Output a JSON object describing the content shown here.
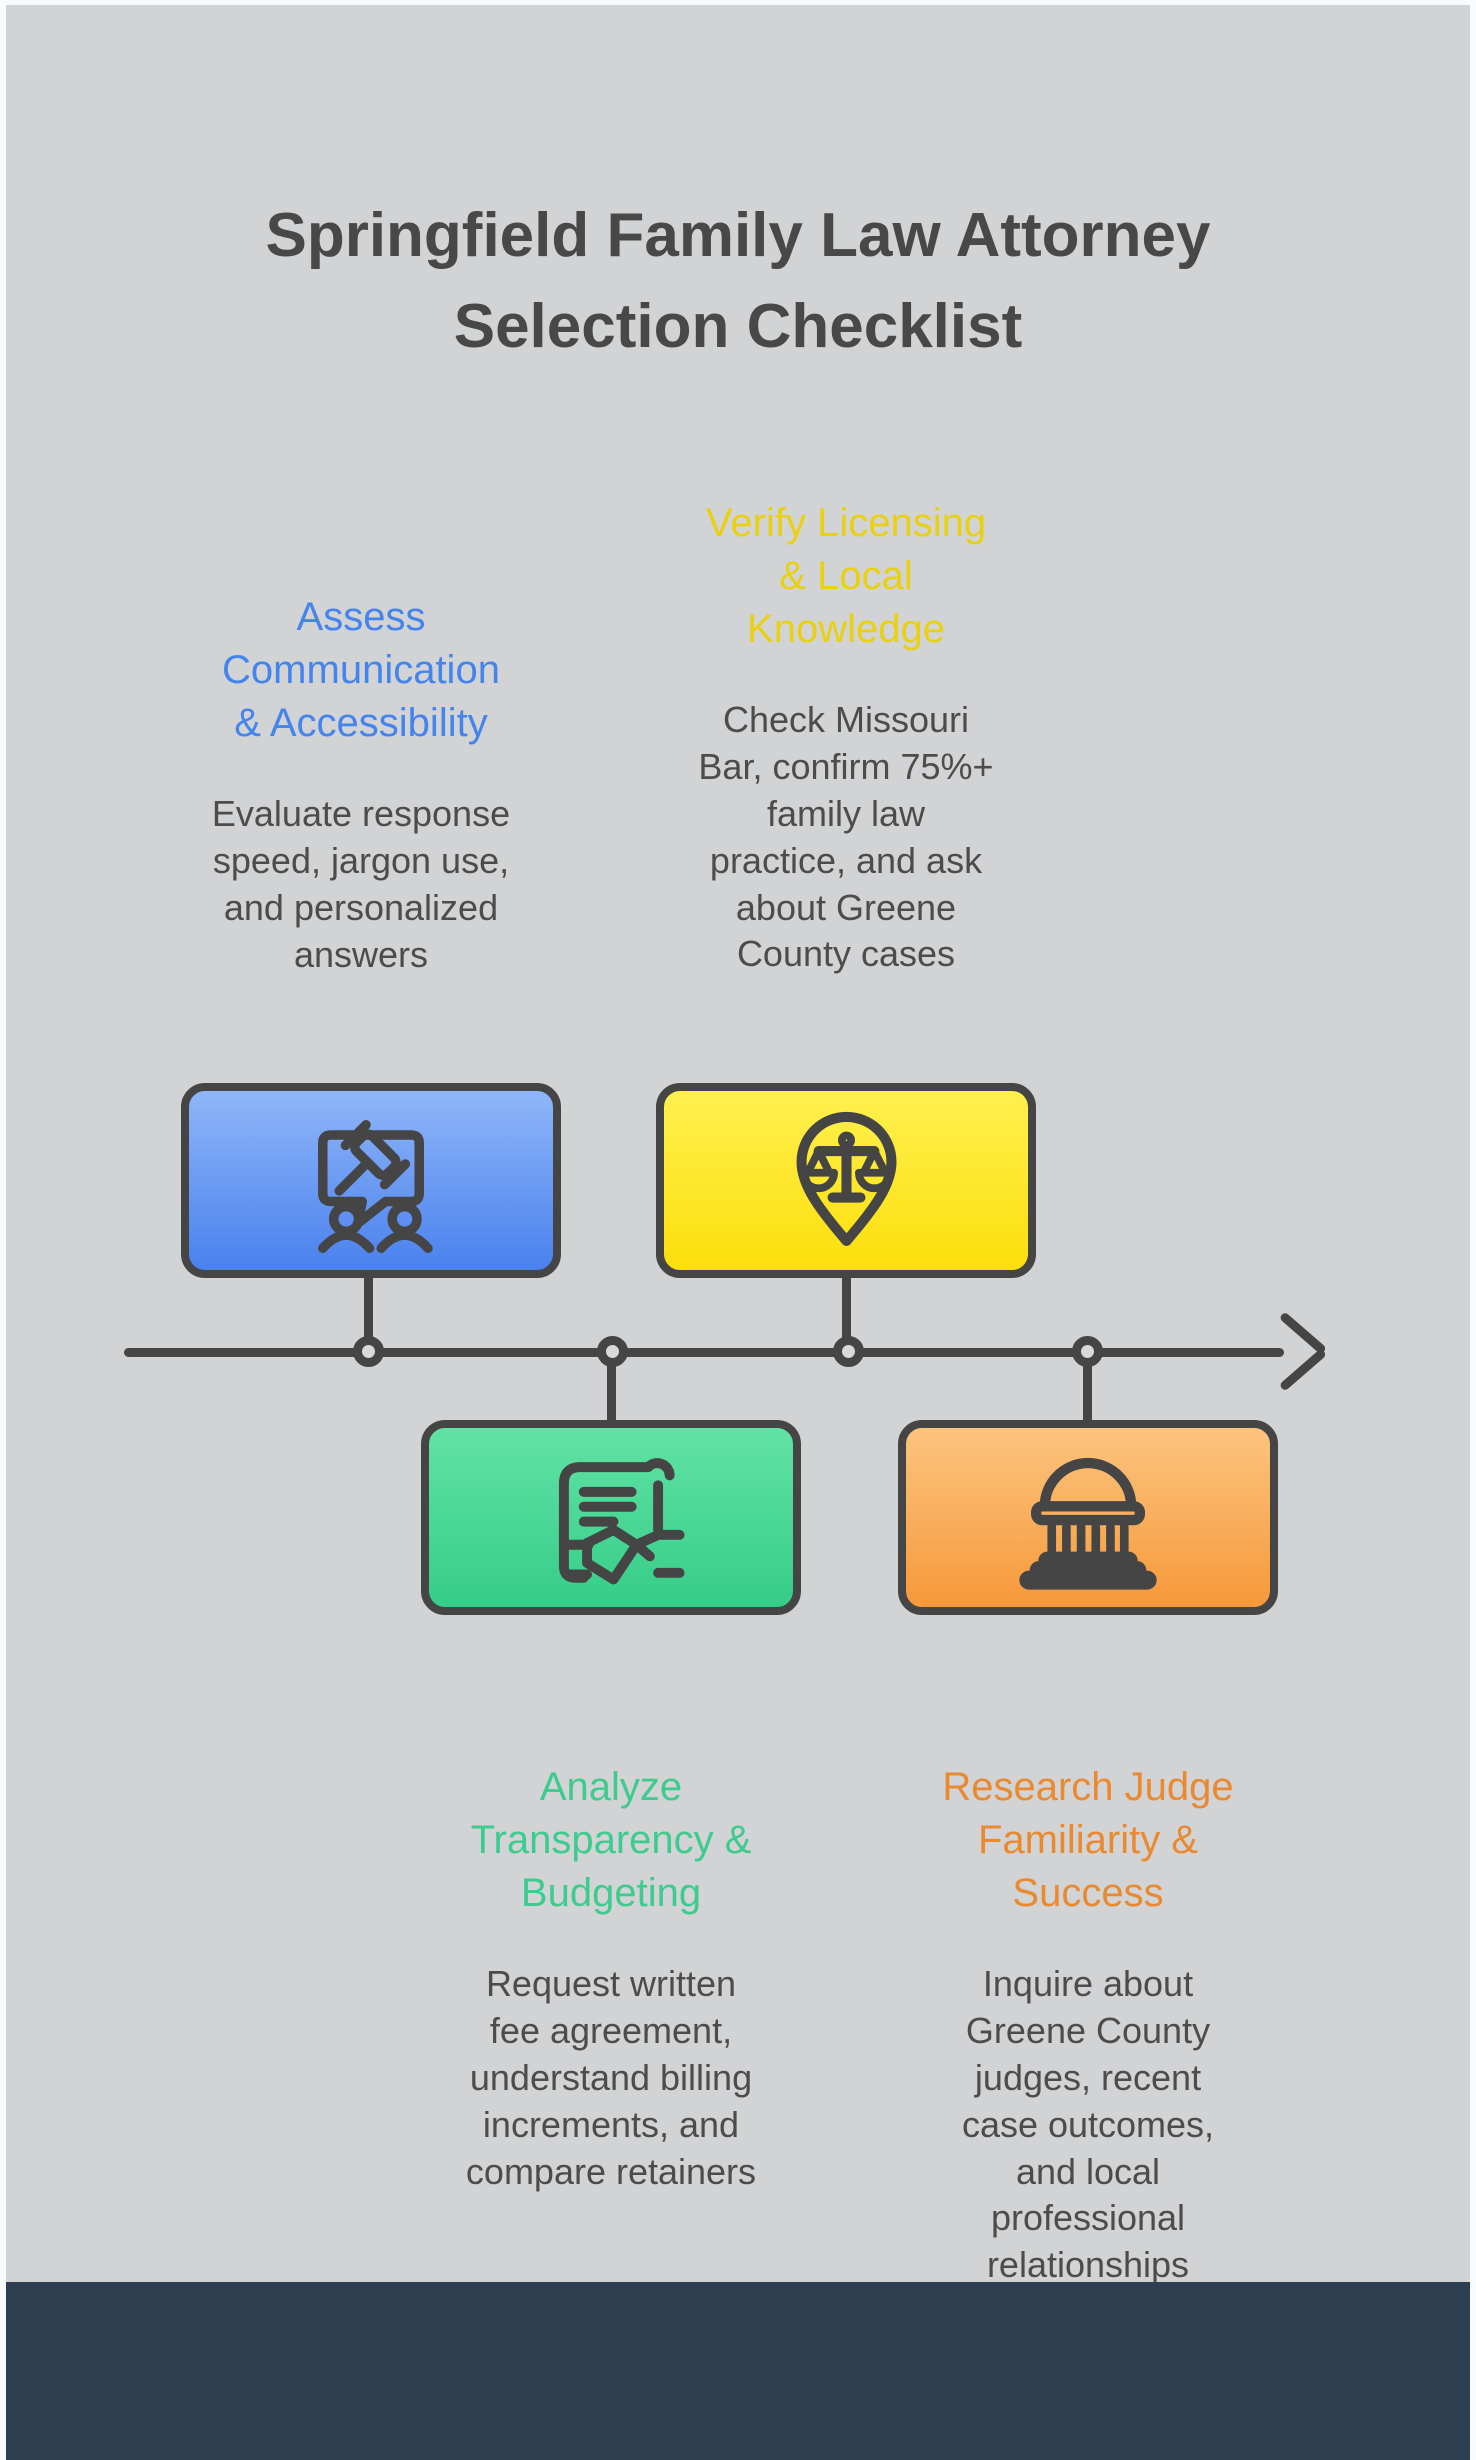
{
  "palette": {
    "page_border": "#f8fafc",
    "board_background": "#d2d3d5",
    "footer_background": "#2d3e50",
    "line_and_icon_color": "#454545",
    "title_text": "#484848",
    "body_text": "#4c4c4c",
    "accent_blue": "#4484ec",
    "accent_yellow": "#e9d011",
    "accent_green": "#3ecb8e",
    "accent_orange": "#e98a30",
    "box_blue_gradient": [
      "#8fb6f8",
      "#4a81ee"
    ],
    "box_yellow_gradient": [
      "#fff04f",
      "#fcdf0b"
    ],
    "box_green_gradient": [
      "#62e2a5",
      "#35cd87"
    ],
    "box_orange_gradient": [
      "#fcc47f",
      "#f6993a"
    ]
  },
  "title": "Springfield Family Law Attorney\nSelection Checklist",
  "steps": [
    {
      "heading": "Assess\nCommunication\n& Accessibility",
      "body": "Evaluate response\nspeed, jargon use,\nand personalized\nanswers",
      "accent": "#4484ec",
      "icon": "consultation-speech-gavel-icon",
      "position": "above-timeline"
    },
    {
      "heading": "Verify Licensing\n& Local\nKnowledge",
      "body": "Check Missouri\nBar, confirm 75%+\nfamily law\npractice, and ask\nabout Greene\nCounty cases",
      "accent": "#e9d011",
      "icon": "scales-location-pin-icon",
      "position": "above-timeline"
    },
    {
      "heading": "Analyze\nTransparency &\nBudgeting",
      "body": "Request written\nfee agreement,\nunderstand billing\nincrements, and\ncompare retainers",
      "accent": "#3ecb8e",
      "icon": "fee-agreement-handshake-icon",
      "position": "below-timeline"
    },
    {
      "heading": "Research Judge\nFamiliarity &\nSuccess",
      "body": "Inquire about\nGreene County\njudges, recent\ncase outcomes,\nand local\nprofessional\nrelationships",
      "accent": "#e98a30",
      "icon": "courthouse-icon",
      "position": "below-timeline"
    }
  ],
  "timeline": {
    "direction": "left-to-right-arrow",
    "node_count": 4
  }
}
